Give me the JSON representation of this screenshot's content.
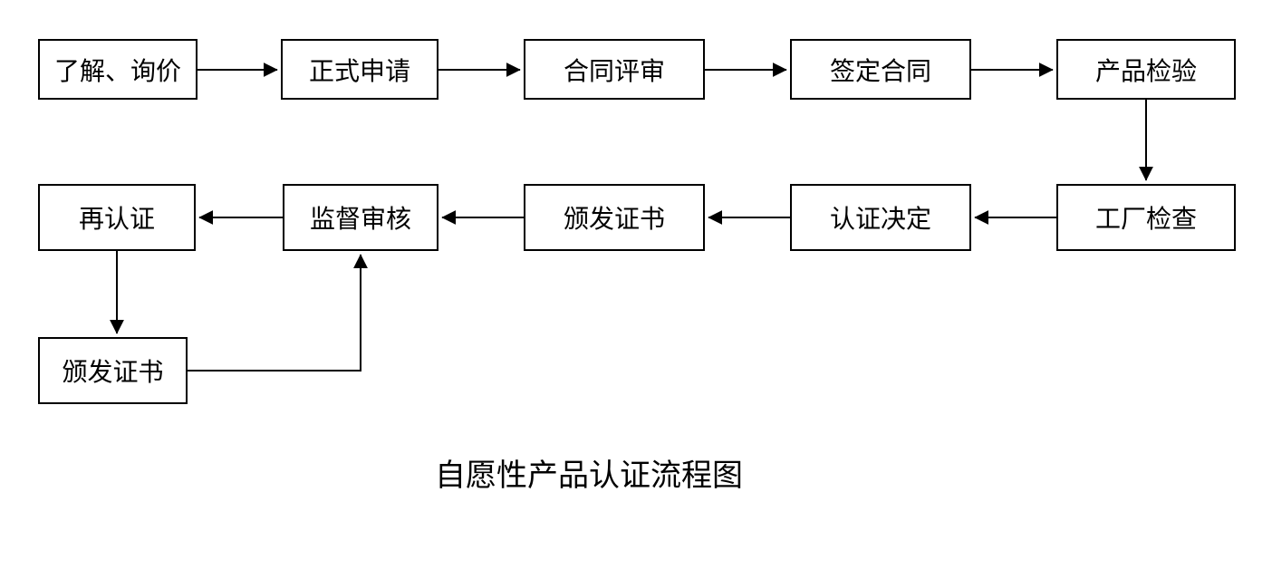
{
  "diagram": {
    "title": "自愿性产品认证流程图",
    "nodes": {
      "understand_inquiry": "了解、询价",
      "formal_application": "正式申请",
      "contract_review": "合同评审",
      "sign_contract": "签定合同",
      "product_inspection": "产品检验",
      "factory_inspection": "工厂检查",
      "certification_decision": "认证决定",
      "issue_certificate": "颁发证书",
      "supervision_audit": "监督审核",
      "recertification": "再认证",
      "issue_certificate_2": "颁发证书"
    }
  }
}
